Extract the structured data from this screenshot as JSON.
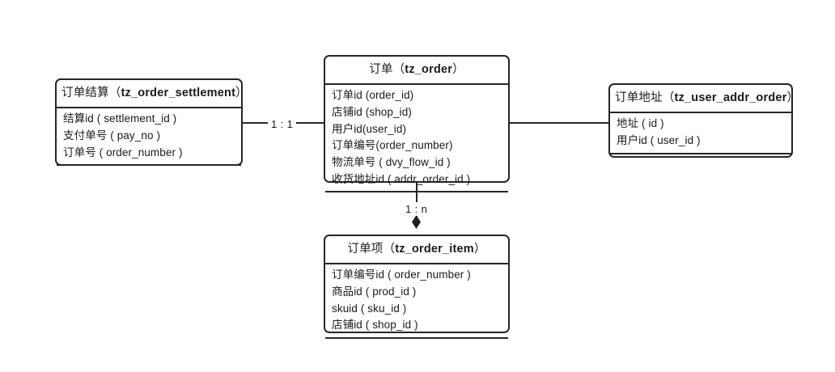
{
  "diagram": {
    "type": "er-diagram",
    "title_visible": false,
    "background_color": "#ffffff",
    "line_color": "#262626",
    "text_color": "#1a1a1a"
  },
  "entities": {
    "order_settlement": {
      "name_cn": "订单结算",
      "table": "tz_order_settlement",
      "title": "订单结算（tz_order_settlement）",
      "attributes": [
        "结算id ( settlement_id )",
        "支付单号 ( pay_no )",
        "订单号 ( order_number )"
      ]
    },
    "order": {
      "name_cn": "订单",
      "table": "tz_order",
      "title": "订单（tz_order）",
      "attributes": [
        "订单id (order_id)",
        "店铺id (shop_id)",
        "用户id(user_id)",
        "订单编号(order_number)",
        "物流单号 ( dvy_flow_id )",
        "收货地址id ( addr_order_id )"
      ]
    },
    "user_addr_order": {
      "name_cn": "订单地址",
      "table": "tz_user_addr_order",
      "title": "订单地址（tz_user_addr_order）",
      "attributes": [
        "地址 ( id )",
        "用户id ( user_id )"
      ]
    },
    "order_item": {
      "name_cn": "订单项",
      "table": "tz_order_item",
      "title": "订单项（tz_order_item）",
      "attributes": [
        "订单编号id ( order_number )",
        "商品id ( prod_id )",
        "skuid ( sku_id )",
        "店铺id ( shop_id )"
      ]
    }
  },
  "relationships": {
    "settlement_to_order": {
      "label": "1 : 1",
      "from": "order_settlement",
      "to": "order",
      "marker": "none"
    },
    "order_to_addr": {
      "label": "",
      "from": "order",
      "to": "user_addr_order",
      "marker": "none"
    },
    "order_to_item": {
      "label": "1 : n",
      "from": "order",
      "to": "order_item",
      "marker": "filled-diamond"
    }
  }
}
